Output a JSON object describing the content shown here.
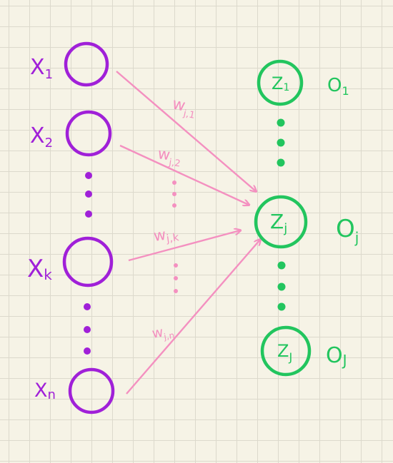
{
  "colors": {
    "input_nodes": "#a020d8",
    "output_nodes": "#22c55e",
    "weights": "#f490c0",
    "grid": "#dcd9cc",
    "background": "#f6f3e6"
  },
  "inputs": [
    {
      "label": "X",
      "sub": "1"
    },
    {
      "label": "X",
      "sub": "2"
    },
    {
      "label": "X",
      "sub": "k"
    },
    {
      "label": "X",
      "sub": "n"
    }
  ],
  "outputs": [
    {
      "node": "Z",
      "node_sub": "1",
      "out": "O",
      "out_sub": "1"
    },
    {
      "node": "Z",
      "node_sub": "j",
      "out": "O",
      "out_sub": "j"
    },
    {
      "node": "Z",
      "node_sub": "J",
      "out": "O",
      "out_sub": "J"
    }
  ],
  "weights": [
    {
      "label": "w",
      "sub": "j,1"
    },
    {
      "label": "w",
      "sub": "j,2"
    },
    {
      "label": "w",
      "sub": "j,k"
    },
    {
      "label": "w",
      "sub": "j,n"
    }
  ]
}
